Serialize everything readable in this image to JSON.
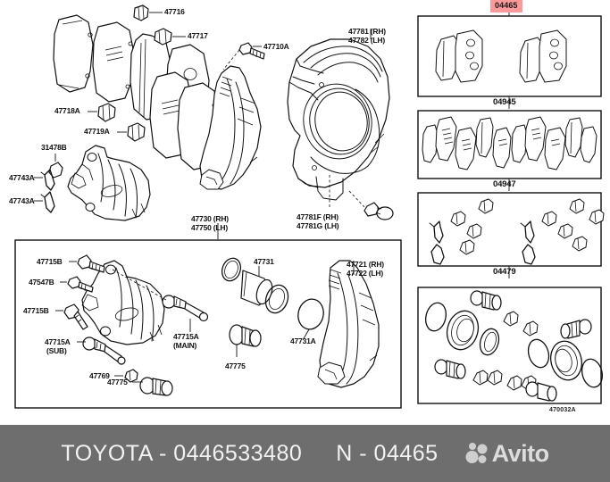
{
  "document": {
    "type": "toyota-parts-catalog-illustration",
    "corner_code": "470032A"
  },
  "banner": {
    "brand_line": "TOYOTA - 0446533480",
    "catalog_line": "N - 04465",
    "watermark": "Avito",
    "bg_color": "#6e6e6e",
    "text_color": "#f2f2f2"
  },
  "highlight": {
    "code": "04465",
    "bg_color": "#fb9a9a",
    "text_color": "#1a1a1a"
  },
  "labels": {
    "main": [
      {
        "id": "l-47716",
        "text": "47716"
      },
      {
        "id": "l-47717",
        "text": "47717"
      },
      {
        "id": "l-47718a",
        "text": "47718A"
      },
      {
        "id": "l-47719a",
        "text": "47719A"
      },
      {
        "id": "l-31478b",
        "text": "31478B"
      },
      {
        "id": "l-47743a-1",
        "text": "47743A"
      },
      {
        "id": "l-47743a-2",
        "text": "47743A"
      },
      {
        "id": "l-47710a",
        "text": "47710A"
      },
      {
        "id": "l-47781rh",
        "text": "47781 (RH)"
      },
      {
        "id": "l-47782lh",
        "text": "47782 (LH)"
      },
      {
        "id": "l-47730rh",
        "text": "47730 (RH)"
      },
      {
        "id": "l-47750lh",
        "text": "47750 (LH)"
      },
      {
        "id": "l-47781frh",
        "text": "47781F (RH)"
      },
      {
        "id": "l-47781glh",
        "text": "47781G (LH)"
      }
    ],
    "caliper_box": [
      {
        "id": "l-47715b-1",
        "text": "47715B"
      },
      {
        "id": "l-47547b",
        "text": "47547B"
      },
      {
        "id": "l-47715b-2",
        "text": "47715B"
      },
      {
        "id": "l-47715a-sub-1",
        "text": "47715A"
      },
      {
        "id": "l-47715a-sub-2",
        "text": "(SUB)"
      },
      {
        "id": "l-47769",
        "text": "47769"
      },
      {
        "id": "l-47775-b",
        "text": "47775"
      },
      {
        "id": "l-47715a-main-1",
        "text": "47715A"
      },
      {
        "id": "l-47715a-main-2",
        "text": "(MAIN)"
      },
      {
        "id": "l-47731",
        "text": "47731"
      },
      {
        "id": "l-47731a",
        "text": "47731A"
      },
      {
        "id": "l-47775-c",
        "text": "47775"
      },
      {
        "id": "l-47721rh",
        "text": "47721 (RH)"
      },
      {
        "id": "l-47722lh",
        "text": "47722 (LH)"
      }
    ]
  },
  "kit_panels": [
    {
      "id": "kit-04945",
      "code": "04945",
      "contents": "brake-pad-set"
    },
    {
      "id": "kit-04947",
      "code": "04947",
      "contents": "pad-shim-set"
    },
    {
      "id": "kit-04479",
      "code": "04479",
      "contents": "clip-and-spring-set"
    },
    {
      "id": "kit-seal",
      "code": "",
      "contents": "piston-seal-and-boot-kit"
    }
  ]
}
